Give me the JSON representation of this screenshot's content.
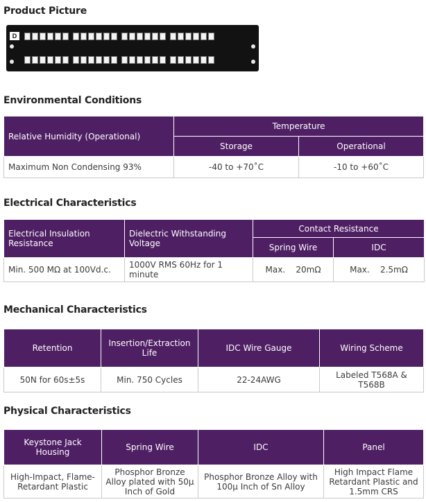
{
  "product": {
    "title": "Product Picture"
  },
  "environmental": {
    "title": "Environmental Conditions",
    "humidity_header": "Relative Humidity (Operational)",
    "temperature_header": "Temperature",
    "storage_header": "Storage",
    "operational_header": "Operational",
    "humidity_value": "Maximum Non Condensing 93%",
    "storage_value": "-40 to +70˚C",
    "operational_value": "-10 to +60˚C"
  },
  "electrical": {
    "title": "Electrical Characteristics",
    "insulation_header": "Electrical Insulation Resistance",
    "dielectric_header": "Dielectric Withstanding Voltage",
    "contact_header": "Contact Resistance",
    "spring_header": "Spring Wire",
    "idc_header": "IDC",
    "insulation_value": "Min. 500 MΩ at 100Vd.c.",
    "dielectric_value": "1000V RMS 60Hz for 1 minute",
    "spring_value": "Max.    20mΩ",
    "idc_value": "Max.    2.5mΩ"
  },
  "mechanical": {
    "title": "Mechanical Characteristics",
    "headers": [
      "Retention",
      "Insertion/Extraction Life",
      "IDC Wire Gauge",
      "Wiring Scheme"
    ],
    "values": [
      "50N for 60s±5s",
      "Min. 750 Cycles",
      "22-24AWG",
      "Labeled T568A & T568B"
    ]
  },
  "physical": {
    "title": "Physical Characteristics",
    "headers": [
      "Keystone Jack Housing",
      "Spring Wire",
      "IDC",
      "Panel"
    ],
    "values": [
      "High-Impact, Flame-Retardant Plastic",
      "Phosphor Bronze Alloy plated with 50μ Inch of Gold",
      "Phosphor Bronze Alloy with 100μ Inch of Sn Alloy",
      "High Impact Flame Retardant Plastic and 1.5mm CRS"
    ]
  },
  "logo_text": "D",
  "colors": {
    "header_bg": "#4f1f64",
    "border": "#c9c9c9"
  }
}
